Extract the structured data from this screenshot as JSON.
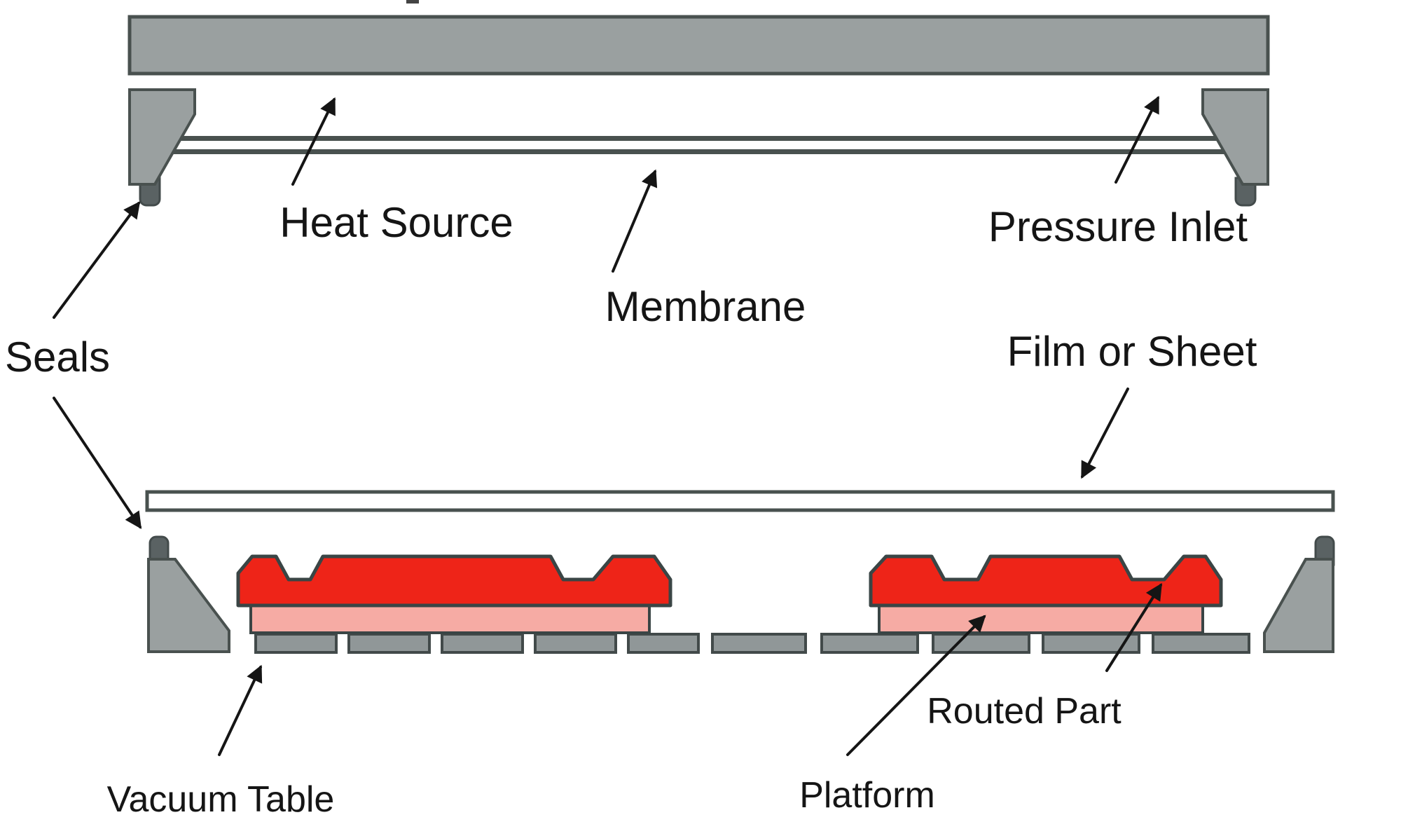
{
  "labels": {
    "heat_source": "Heat Source",
    "membrane": "Membrane",
    "pressure_inlet": "Pressure Inlet",
    "seals": "Seals",
    "film_or_sheet": "Film or Sheet",
    "vacuum_table": "Vacuum Table",
    "platform": "Platform",
    "routed_part": "Routed Part"
  },
  "colors": {
    "machine_gray": "#9aa0a0",
    "outline_dark": "#49514f",
    "part_red": "#ee2418",
    "platform_pink": "#f6aba4",
    "peg_dark_gray": "#5a6263",
    "text": "#151515",
    "background": "#ffffff"
  }
}
